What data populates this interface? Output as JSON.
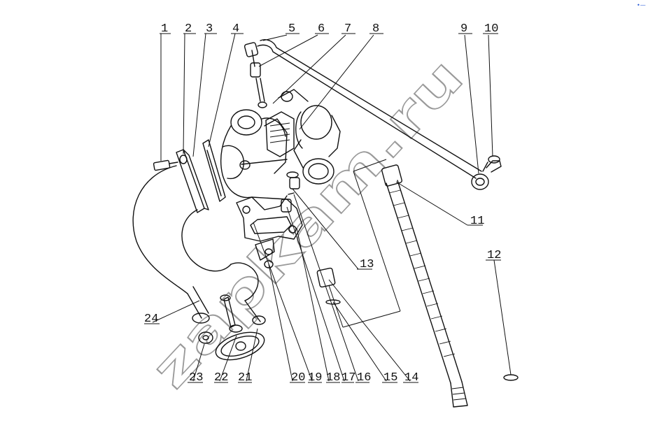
{
  "diagram": {
    "callouts": [
      {
        "id": "c1",
        "text": "1"
      },
      {
        "id": "c2",
        "text": "2"
      },
      {
        "id": "c3",
        "text": "3"
      },
      {
        "id": "c4",
        "text": "4"
      },
      {
        "id": "c5",
        "text": "5"
      },
      {
        "id": "c6",
        "text": "6"
      },
      {
        "id": "c7",
        "text": "7"
      },
      {
        "id": "c8",
        "text": "8"
      },
      {
        "id": "c9",
        "text": "9"
      },
      {
        "id": "c10",
        "text": "10"
      },
      {
        "id": "c11",
        "text": "11"
      },
      {
        "id": "c12",
        "text": "12"
      },
      {
        "id": "c13",
        "text": "13"
      },
      {
        "id": "c14",
        "text": "14"
      },
      {
        "id": "c15",
        "text": "15"
      },
      {
        "id": "c16",
        "text": "16"
      },
      {
        "id": "c17",
        "text": "17"
      },
      {
        "id": "c18",
        "text": "18"
      },
      {
        "id": "c19",
        "text": "19"
      },
      {
        "id": "c20",
        "text": "20"
      },
      {
        "id": "c21",
        "text": "21"
      },
      {
        "id": "c22",
        "text": "22"
      },
      {
        "id": "c23",
        "text": "23"
      },
      {
        "id": "c24",
        "text": "24"
      }
    ],
    "watermark": "zapkam.ru",
    "corner_mark": "•—"
  }
}
